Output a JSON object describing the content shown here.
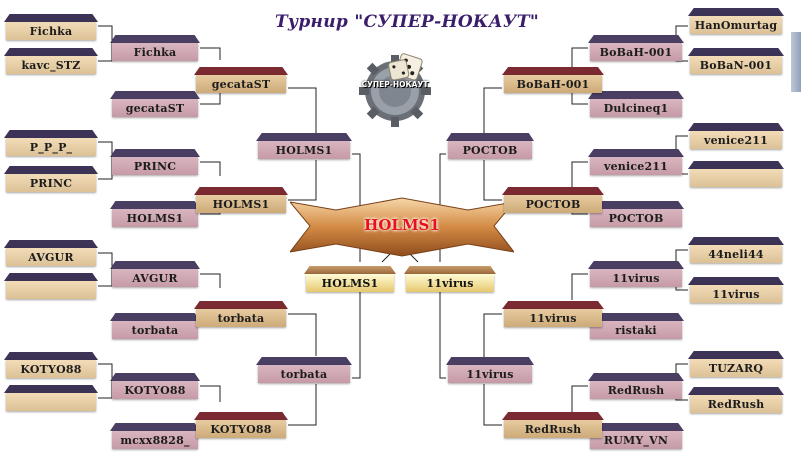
{
  "title": "Турнир \"СУПЕР-НОКАУТ\"",
  "logo": {
    "text": "СУПЕР-НОКАУТ",
    "icon": "dice-logo-icon"
  },
  "champion": "HOLMS1",
  "final": {
    "left": "HOLMS1",
    "right": "11virus"
  },
  "colors": {
    "champion_text": "#e8101a",
    "title_text": "#3a1d6b",
    "lines": "#222222"
  },
  "left": {
    "round1": [
      "Fichka",
      "kavc_STZ",
      "P_P_P_",
      "PRINC",
      "AVGUR",
      "",
      "KOTYO88",
      ""
    ],
    "round2": [
      "Fichka",
      "gecataST",
      "PRINC",
      "HOLMS1",
      "AVGUR",
      "torbata",
      "KOTYO88",
      "mcxx8828_"
    ],
    "round3": [
      "gecataST",
      "HOLMS1",
      "torbata",
      "KOTYO88"
    ],
    "round4": [
      "HOLMS1",
      "torbata"
    ]
  },
  "right": {
    "round1": [
      "HanOmurtag",
      "BoBaN-001",
      "venice211",
      "",
      "44neli44",
      "11virus",
      "TUZARQ",
      "RedRush"
    ],
    "round2": [
      "BoBaH-001",
      "Dulcineq1",
      "venice211",
      "POCTOB",
      "11virus",
      "ristaki",
      "RedRush",
      "RUMY_VN"
    ],
    "round3": [
      "BoBaH-001",
      "POCTOB",
      "11virus",
      "RedRush"
    ],
    "round4": [
      "POCTOB",
      "11virus"
    ]
  }
}
